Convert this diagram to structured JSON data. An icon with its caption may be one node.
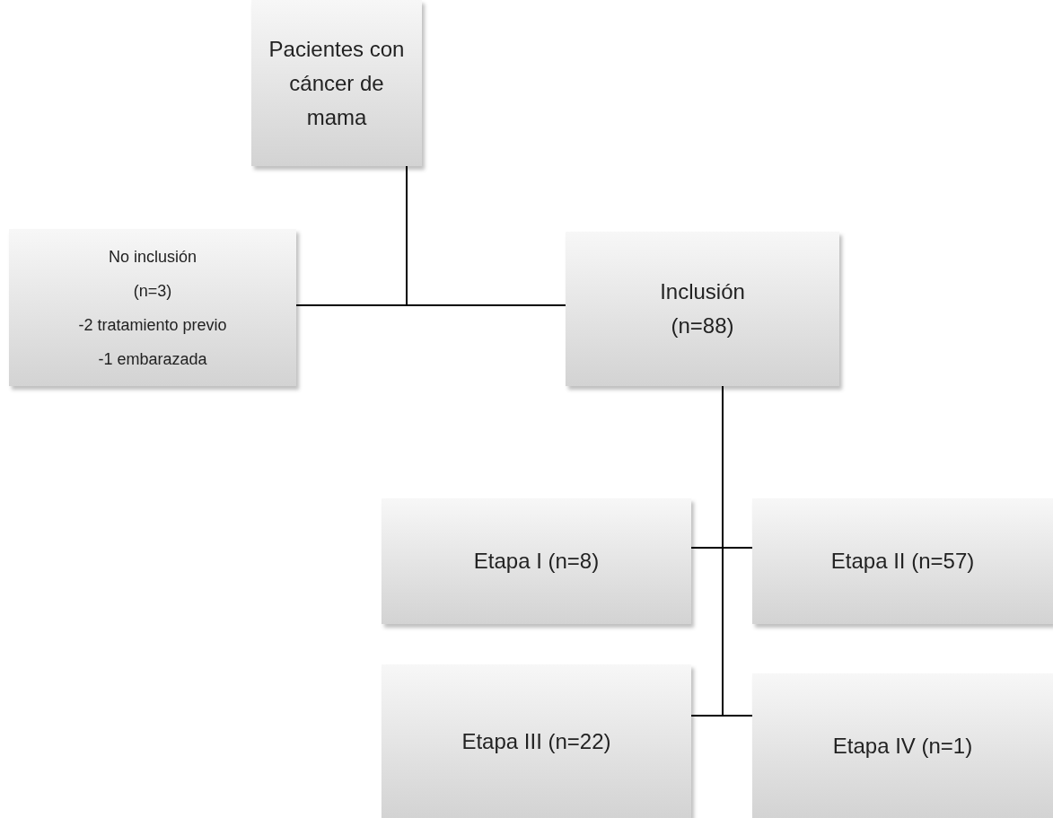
{
  "diagram": {
    "nodes": [
      {
        "text": [
          "Pacientes con cáncer de mama"
        ]
      },
      {
        "text": [
          "No inclusión",
          "(n=3)",
          "-2 tratamiento previo",
          "-1 embarazada"
        ]
      },
      {
        "text": [
          "Inclusión",
          "(n=88)"
        ]
      },
      {
        "text": [
          "Etapa I  (n=8)"
        ]
      },
      {
        "text": [
          "Etapa II (n=57)"
        ]
      },
      {
        "text": [
          "Etapa III (n=22)"
        ]
      },
      {
        "text": [
          "Etapa IV (n=1)"
        ]
      }
    ],
    "edges": [
      {
        "from": 0,
        "to": 1,
        "arrow": "none"
      },
      {
        "from": 0,
        "to": 2,
        "arrow": "none"
      },
      {
        "from": 2,
        "to": 3,
        "arrow": "none"
      },
      {
        "from": 2,
        "to": 4,
        "arrow": "none"
      },
      {
        "from": 2,
        "to": 5,
        "arrow": "none"
      },
      {
        "from": 2,
        "to": 6,
        "arrow": "none"
      }
    ]
  }
}
